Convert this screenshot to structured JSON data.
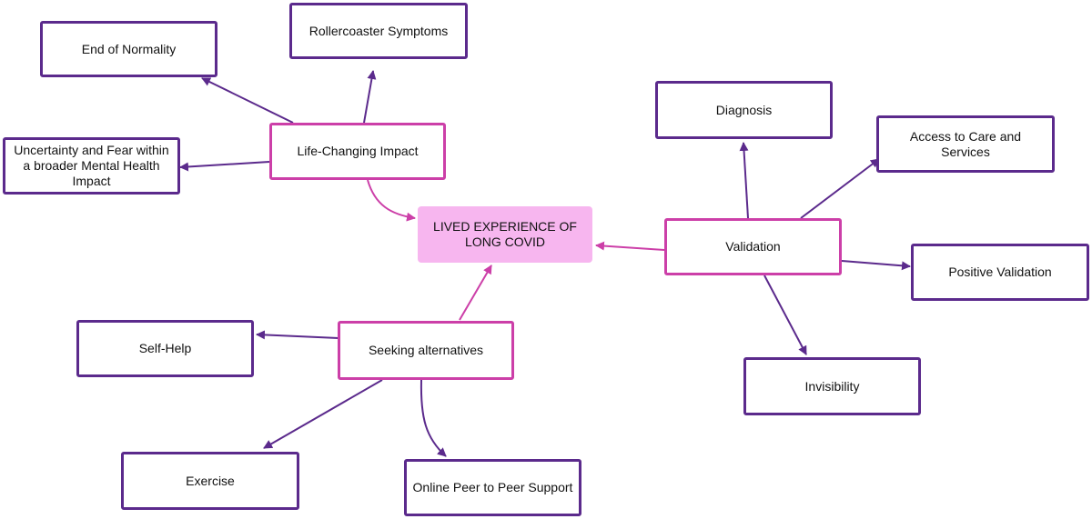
{
  "diagram": {
    "center": {
      "label": "LIVED EXPERIENCE OF LONG COVID"
    },
    "themes": [
      {
        "id": "life",
        "label": "Life-Changing Impact",
        "subthemes": [
          {
            "id": "normality",
            "label": "End of Normality"
          },
          {
            "id": "rollercoaster",
            "label": "Rollercoaster Symptoms"
          },
          {
            "id": "uncertainty",
            "label": "Uncertainty and Fear within a broader Mental Health Impact"
          }
        ]
      },
      {
        "id": "validation",
        "label": "Validation",
        "subthemes": [
          {
            "id": "diagnosis",
            "label": "Diagnosis"
          },
          {
            "id": "access",
            "label": "Access to Care and Services"
          },
          {
            "id": "positive",
            "label": "Positive Validation"
          },
          {
            "id": "invisibility",
            "label": "Invisibility"
          }
        ]
      },
      {
        "id": "seeking",
        "label": "Seeking alternatives",
        "subthemes": [
          {
            "id": "selfhelp",
            "label": "Self-Help"
          },
          {
            "id": "exercise",
            "label": "Exercise"
          },
          {
            "id": "peer",
            "label": "Online Peer to Peer Support"
          }
        ]
      }
    ],
    "colors": {
      "center_fill": "#f7b6ef",
      "theme_border": "#cc3fa8",
      "leaf_border": "#5b2a8c",
      "theme_arrow": "#cc3fa8",
      "leaf_arrow": "#5b2a8c"
    }
  }
}
